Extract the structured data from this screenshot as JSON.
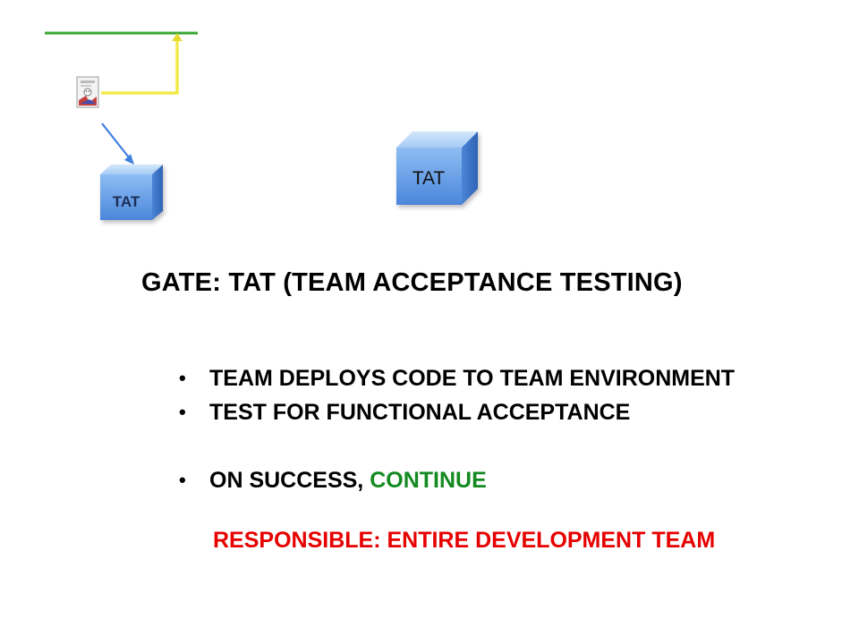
{
  "diagram": {
    "small_cube_label": "TAT",
    "large_cube_label": "TAT",
    "colors": {
      "green_line": "#3aa832",
      "yellow_arrow": "#f2ea4a",
      "blue_arrow": "#3f7fe0",
      "cube_front": "#5f9be8",
      "cube_top": "#a9cdf5",
      "cube_side": "#3a73c9"
    }
  },
  "heading": "GATE: TAT (TEAM ACCEPTANCE TESTING)",
  "bullets": [
    {
      "text": "TEAM DEPLOYS CODE TO TEAM ENVIRONMENT"
    },
    {
      "text": "TEST FOR FUNCTIONAL ACCEPTANCE"
    },
    {
      "text": "ON SUCCESS, ",
      "highlight": "CONTINUE"
    }
  ],
  "highlight_color": "#138a20",
  "responsible": "RESPONSIBLE: ENTIRE DEVELOPMENT TEAM",
  "responsible_color": "#e60000"
}
